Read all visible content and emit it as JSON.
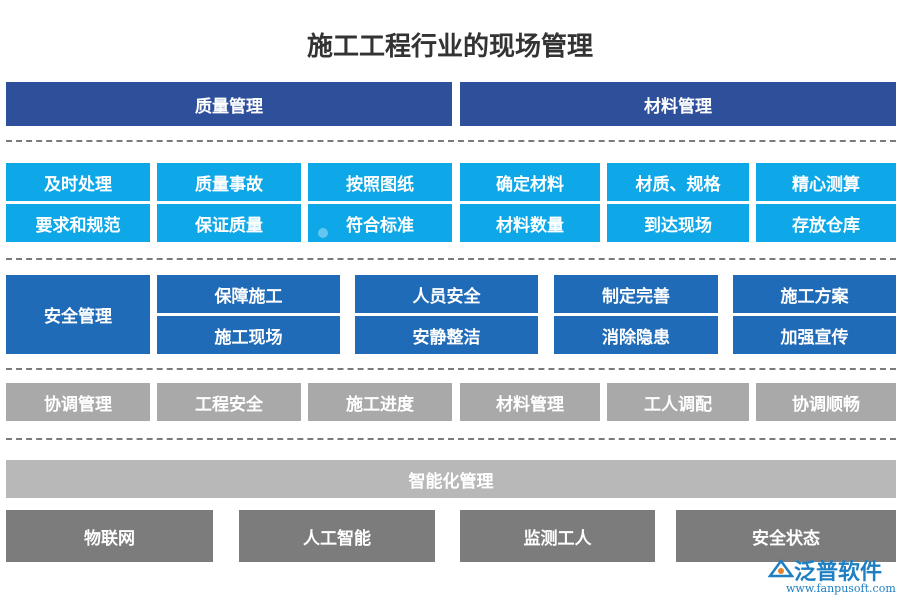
{
  "title": "施工工程行业的现场管理",
  "quality_header": "质量管理",
  "material_header": "材料管理",
  "row2_top": [
    "及时处理",
    "质量事故",
    "按照图纸",
    "确定材料",
    "材质、规格",
    "精心测算"
  ],
  "row2_bottom": [
    "要求和规范",
    "保证质量",
    "符合标准",
    "材料数量",
    "到达现场",
    "存放仓库"
  ],
  "safety_label": "安全管理",
  "safety_top": [
    "保障施工",
    "人员安全",
    "制定完善",
    "施工方案"
  ],
  "safety_bottom": [
    "施工现场",
    "安静整洁",
    "消除隐患",
    "加强宣传"
  ],
  "coordination": [
    "协调管理",
    "工程安全",
    "施工进度",
    "材料管理",
    "工人调配",
    "协调顺畅"
  ],
  "smart_header": "智能化管理",
  "smart_items": [
    "物联网",
    "人工智能",
    "监测工人",
    "安全状态"
  ],
  "logo": {
    "name": "泛普软件",
    "url": "www.fanpusoft.com"
  },
  "colors": {
    "navy": "#2e4f9a",
    "sky": "#0ea8e8",
    "blue": "#1f6bb8",
    "gray": "#a9a9a9",
    "dark_gray": "#7c7c7c",
    "logo_blue": "#1e7fc2"
  }
}
